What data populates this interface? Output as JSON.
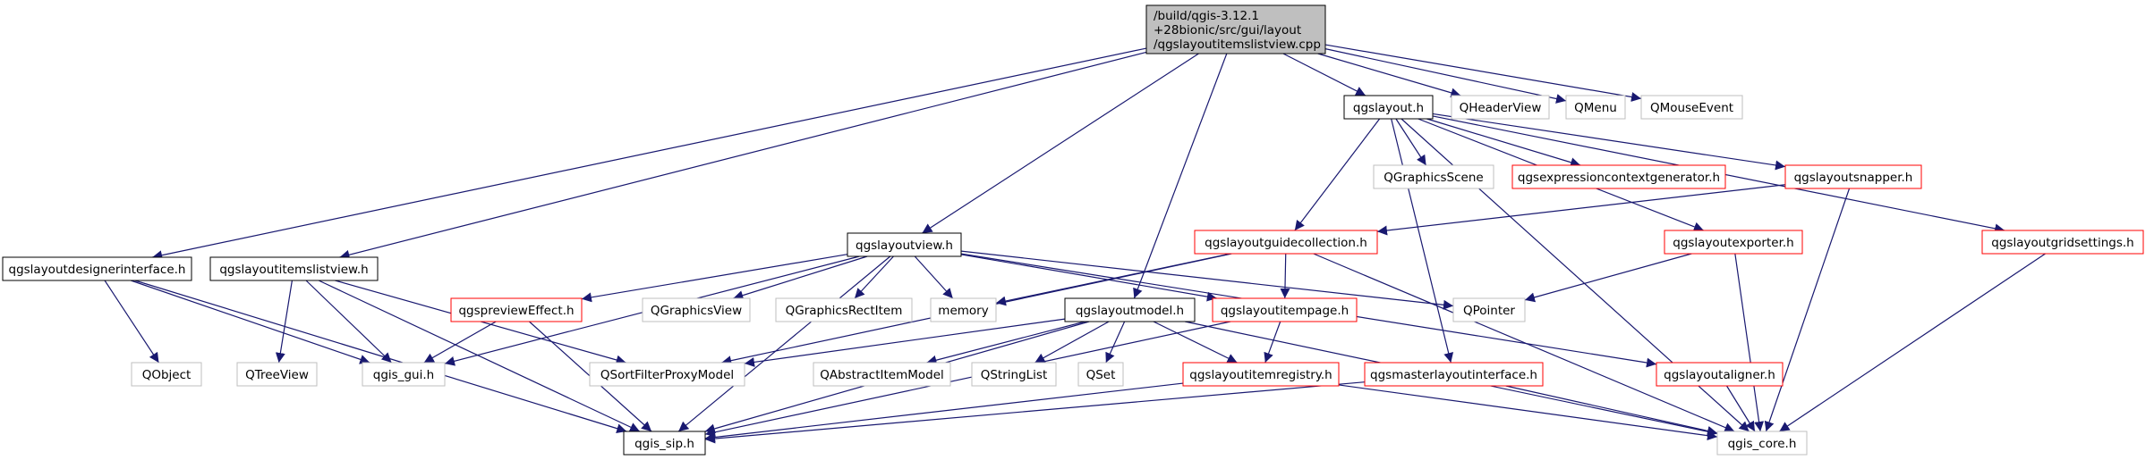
{
  "colors": {
    "edge": "#191970",
    "root_fill": "#bfbfbf",
    "node_fill": "#ffffff",
    "border_black": "#000000",
    "border_red": "#ff0000",
    "border_gray": "#bfbfbf",
    "text": "#000000"
  },
  "nodes": {
    "root": {
      "lines": [
        "/build/qgis-3.12.1",
        "+28bionic/src/gui/layout",
        "/qgslayoutitemslistview.cpp"
      ],
      "style": "root"
    },
    "qgslayout_h": {
      "label": "qgslayout.h",
      "style": "black"
    },
    "qheaderview": {
      "label": "QHeaderView",
      "style": "gray"
    },
    "qmenu": {
      "label": "QMenu",
      "style": "gray"
    },
    "qmouseevent": {
      "label": "QMouseEvent",
      "style": "gray"
    },
    "qgraphicsscene": {
      "label": "QGraphicsScene",
      "style": "gray"
    },
    "qgsexpressioncontextgenerator_h": {
      "label": "qgsexpressioncontextgenerator.h",
      "style": "red"
    },
    "qgslayoutsnapper_h": {
      "label": "qgslayoutsnapper.h",
      "style": "red"
    },
    "qgslayoutguidecollection_h": {
      "label": "qgslayoutguidecollection.h",
      "style": "red"
    },
    "qgslayoutexporter_h": {
      "label": "qgslayoutexporter.h",
      "style": "red"
    },
    "qgslayoutgridsettings_h": {
      "label": "qgslayoutgridsettings.h",
      "style": "red"
    },
    "qgslayoutview_h": {
      "label": "qgslayoutview.h",
      "style": "black"
    },
    "qgslayoutdesignerinterface_h": {
      "label": "qgslayoutdesignerinterface.h",
      "style": "black"
    },
    "qgslayoutitemslistview_h": {
      "label": "qgslayoutitemslistview.h",
      "style": "black"
    },
    "qgspreviewEffect_h": {
      "label": "qgspreviewEffect.h",
      "style": "red"
    },
    "qgraphicsview": {
      "label": "QGraphicsView",
      "style": "gray"
    },
    "qgraphicsrectitem": {
      "label": "QGraphicsRectItem",
      "style": "gray"
    },
    "memory": {
      "label": "memory",
      "style": "gray"
    },
    "qgslayoutmodel_h": {
      "label": "qgslayoutmodel.h",
      "style": "black"
    },
    "qgslayoutitempage_h": {
      "label": "qgslayoutitempage.h",
      "style": "red"
    },
    "qpointer": {
      "label": "QPointer",
      "style": "gray"
    },
    "qobject": {
      "label": "QObject",
      "style": "gray"
    },
    "qtreeview": {
      "label": "QTreeView",
      "style": "gray"
    },
    "qgis_gui_h": {
      "label": "qgis_gui.h",
      "style": "gray"
    },
    "qsortfilterproxymodel": {
      "label": "QSortFilterProxyModel",
      "style": "gray"
    },
    "qabstractitemmodel": {
      "label": "QAbstractItemModel",
      "style": "gray"
    },
    "qstringlist": {
      "label": "QStringList",
      "style": "gray"
    },
    "qset": {
      "label": "QSet",
      "style": "gray"
    },
    "qgslayoutitemregistry_h": {
      "label": "qgslayoutitemregistry.h",
      "style": "red"
    },
    "qgsmasterlayoutinterface_h": {
      "label": "qgsmasterlayoutinterface.h",
      "style": "red"
    },
    "qgslayoutaligner_h": {
      "label": "qgslayoutaligner.h",
      "style": "red"
    },
    "qgis_sip_h": {
      "label": "qgis_sip.h",
      "style": "black"
    },
    "qgis_core_h": {
      "label": "qgis_core.h",
      "style": "gray"
    }
  },
  "edges": [
    [
      "root",
      "qgslayout_h"
    ],
    [
      "root",
      "qheaderview"
    ],
    [
      "root",
      "qmenu"
    ],
    [
      "root",
      "qmouseevent"
    ],
    [
      "root",
      "qgslayoutview_h"
    ],
    [
      "root",
      "qgslayoutdesignerinterface_h"
    ],
    [
      "root",
      "qgslayoutitemslistview_h"
    ],
    [
      "root",
      "qgslayoutmodel_h"
    ],
    [
      "qgslayout_h",
      "qgraphicsscene"
    ],
    [
      "qgslayout_h",
      "qgsexpressioncontextgenerator_h"
    ],
    [
      "qgslayout_h",
      "qgslayoutsnapper_h"
    ],
    [
      "qgslayout_h",
      "qgslayoutguidecollection_h"
    ],
    [
      "qgslayout_h",
      "qgslayoutexporter_h"
    ],
    [
      "qgslayout_h",
      "qgslayoutgridsettings_h"
    ],
    [
      "qgslayout_h",
      "qgsmasterlayoutinterface_h"
    ],
    [
      "qgslayout_h",
      "qgis_core_h"
    ],
    [
      "qgslayoutsnapper_h",
      "qgslayoutguidecollection_h"
    ],
    [
      "qgslayoutsnapper_h",
      "qgis_core_h"
    ],
    [
      "qgslayoutexporter_h",
      "qpointer"
    ],
    [
      "qgslayoutexporter_h",
      "qgis_core_h"
    ],
    [
      "qgslayoutgridsettings_h",
      "qgis_core_h"
    ],
    [
      "qgslayoutguidecollection_h",
      "qgslayoutitempage_h"
    ],
    [
      "qgslayoutguidecollection_h",
      "memory"
    ],
    [
      "qgslayoutguidecollection_h",
      "qsortfilterproxymodel"
    ],
    [
      "qgslayoutguidecollection_h",
      "qgis_core_h"
    ],
    [
      "qgslayoutview_h",
      "qgspreviewEffect_h"
    ],
    [
      "qgslayoutview_h",
      "qgraphicsview"
    ],
    [
      "qgslayoutview_h",
      "qgraphicsrectitem"
    ],
    [
      "qgslayoutview_h",
      "memory"
    ],
    [
      "qgslayoutview_h",
      "qgslayoutitempage_h"
    ],
    [
      "qgslayoutview_h",
      "qpointer"
    ],
    [
      "qgslayoutview_h",
      "qgis_gui_h"
    ],
    [
      "qgslayoutview_h",
      "qgis_sip_h"
    ],
    [
      "qgslayoutview_h",
      "qgslayoutaligner_h"
    ],
    [
      "qgslayoutdesignerinterface_h",
      "qobject"
    ],
    [
      "qgslayoutdesignerinterface_h",
      "qgis_gui_h"
    ],
    [
      "qgslayoutdesignerinterface_h",
      "qgis_sip_h"
    ],
    [
      "qgslayoutitemslistview_h",
      "qtreeview"
    ],
    [
      "qgslayoutitemslistview_h",
      "qgis_gui_h"
    ],
    [
      "qgslayoutitemslistview_h",
      "qsortfilterproxymodel"
    ],
    [
      "qgslayoutitemslistview_h",
      "qgis_sip_h"
    ],
    [
      "qgspreviewEffect_h",
      "qgis_gui_h"
    ],
    [
      "qgspreviewEffect_h",
      "qgis_sip_h"
    ],
    [
      "qgslayoutmodel_h",
      "qsortfilterproxymodel"
    ],
    [
      "qgslayoutmodel_h",
      "qabstractitemmodel"
    ],
    [
      "qgslayoutmodel_h",
      "qstringlist"
    ],
    [
      "qgslayoutmodel_h",
      "qset"
    ],
    [
      "qgslayoutmodel_h",
      "qgslayoutitemregistry_h"
    ],
    [
      "qgslayoutmodel_h",
      "qgis_sip_h"
    ],
    [
      "qgslayoutmodel_h",
      "qgis_core_h"
    ],
    [
      "qgslayoutitempage_h",
      "qgslayoutitemregistry_h"
    ],
    [
      "qgslayoutitempage_h",
      "qgis_sip_h"
    ],
    [
      "qgslayoutitemregistry_h",
      "qgis_sip_h"
    ],
    [
      "qgslayoutitemregistry_h",
      "qgis_core_h"
    ],
    [
      "qgsmasterlayoutinterface_h",
      "qgis_sip_h"
    ],
    [
      "qgsmasterlayoutinterface_h",
      "qgis_core_h"
    ],
    [
      "qgslayoutaligner_h",
      "qgis_core_h"
    ]
  ]
}
